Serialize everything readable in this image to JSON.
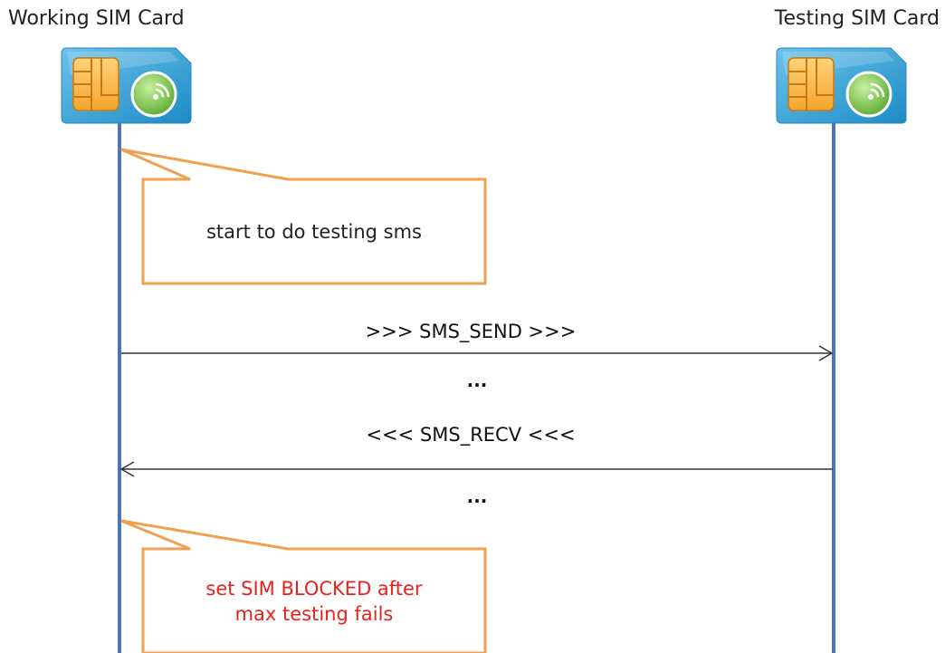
{
  "participants": [
    {
      "label": "Working SIM Card",
      "icon": "sim-card-icon"
    },
    {
      "label": "Testing SIM Card",
      "icon": "sim-card-icon"
    }
  ],
  "messages": [
    {
      "label": ">>> SMS_SEND >>>",
      "direction": "right"
    },
    {
      "label": "...",
      "kind": "ellipsis"
    },
    {
      "label": "<<< SMS_RECV <<<",
      "direction": "left"
    },
    {
      "label": "...",
      "kind": "ellipsis"
    }
  ],
  "notes": [
    {
      "text": "start to do testing sms",
      "color": "#222222"
    },
    {
      "text": "set SIM BLOCKED after\nmax testing fails",
      "color": "#e8231e"
    }
  ],
  "colors": {
    "lifeline": "#4f73b7",
    "note_border": "#f0a050",
    "arrow": "#333333"
  }
}
